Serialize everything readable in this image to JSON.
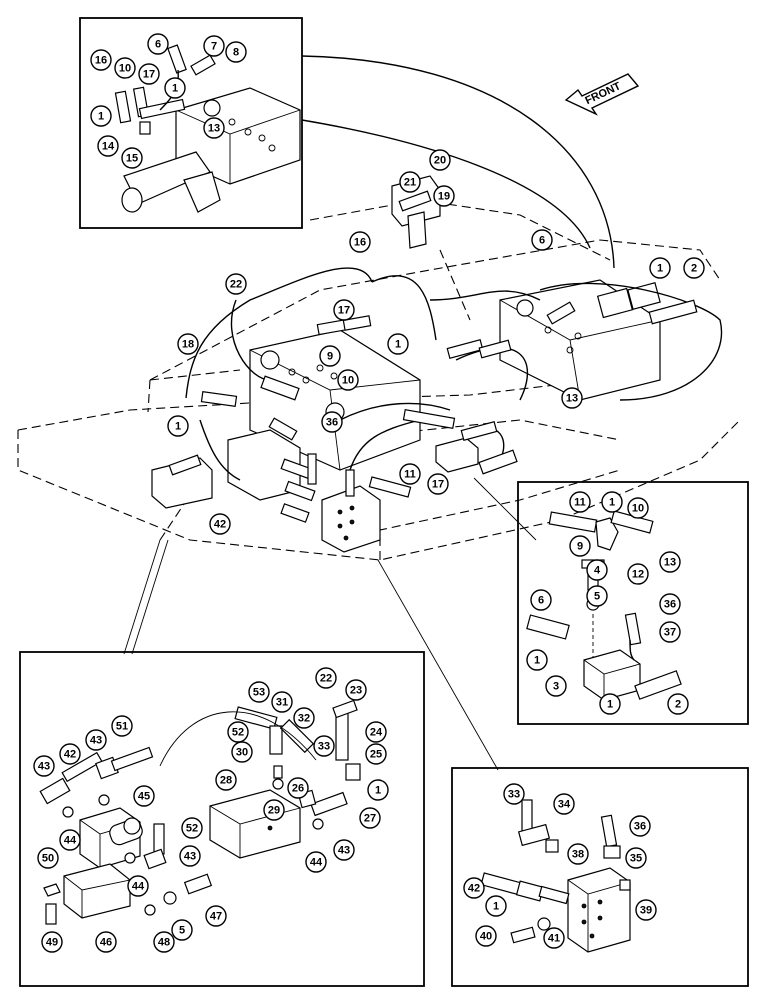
{
  "front_label": "FRONT",
  "callouts": {
    "inset_top": [
      "16",
      "10",
      "17",
      "1",
      "6",
      "7",
      "8",
      "1",
      "13",
      "14",
      "15"
    ],
    "main": [
      "20",
      "21",
      "19",
      "16",
      "6",
      "1",
      "2",
      "22",
      "17",
      "1",
      "9",
      "18",
      "10",
      "13",
      "36",
      "1",
      "42",
      "11",
      "17"
    ],
    "inset_right": [
      "11",
      "1",
      "10",
      "9",
      "12",
      "13",
      "4",
      "5",
      "36",
      "6",
      "37",
      "1",
      "3",
      "1",
      "2"
    ],
    "inset_bottom_left": [
      "53",
      "31",
      "32",
      "22",
      "23",
      "52",
      "24",
      "51",
      "43",
      "42",
      "43",
      "30",
      "33",
      "25",
      "28",
      "29",
      "26",
      "1",
      "45",
      "27",
      "44",
      "52",
      "43",
      "44",
      "50",
      "44",
      "43",
      "47",
      "5",
      "48",
      "49",
      "46"
    ],
    "inset_bottom_right": [
      "33",
      "34",
      "36",
      "35",
      "38",
      "42",
      "1",
      "39",
      "40",
      "41"
    ]
  }
}
